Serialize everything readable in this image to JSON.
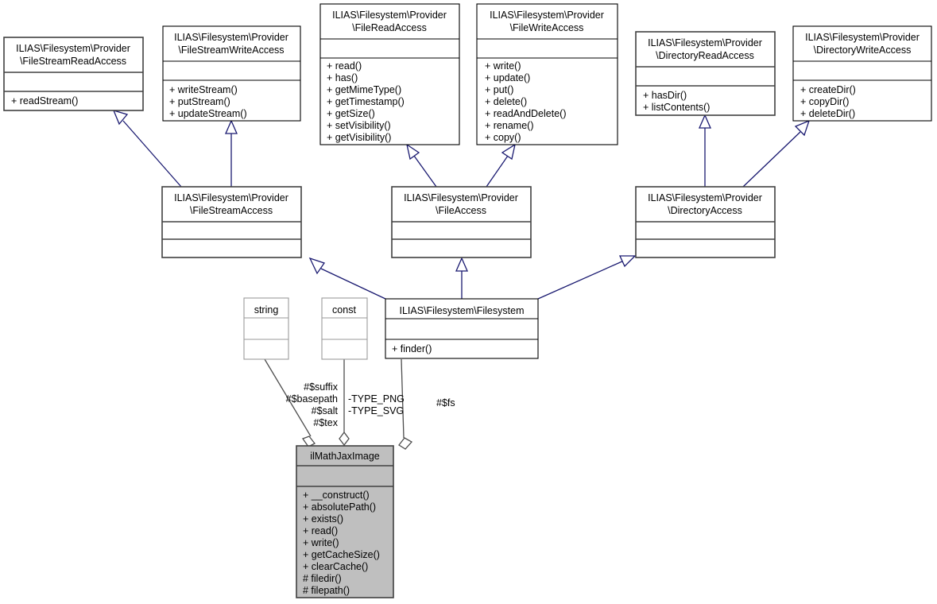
{
  "diagram": {
    "kind": "uml-class-diagram",
    "colors": {
      "background": "#ffffff",
      "inheritance_edge": "#191970",
      "association_edge": "#4d4d4d",
      "highlight_class_fill": "#bfbfbf",
      "normal_class_fill": "#ffffff",
      "border_dark": "#404040",
      "border_light": "#9a9a9a"
    },
    "classes": {
      "file_stream_read_access": {
        "name_line1": "ILIAS\\Filesystem\\Provider",
        "name_line2": "\\FileStreamReadAccess",
        "attributes": [],
        "methods": [
          "+ readStream()"
        ]
      },
      "file_stream_write_access": {
        "name_line1": "ILIAS\\Filesystem\\Provider",
        "name_line2": "\\FileStreamWriteAccess",
        "attributes": [],
        "methods": [
          "+ writeStream()",
          "+ putStream()",
          "+ updateStream()"
        ]
      },
      "file_read_access": {
        "name_line1": "ILIAS\\Filesystem\\Provider",
        "name_line2": "\\FileReadAccess",
        "attributes": [],
        "methods": [
          "+ read()",
          "+ has()",
          "+ getMimeType()",
          "+ getTimestamp()",
          "+ getSize()",
          "+ setVisibility()",
          "+ getVisibility()"
        ]
      },
      "file_write_access": {
        "name_line1": "ILIAS\\Filesystem\\Provider",
        "name_line2": "\\FileWriteAccess",
        "attributes": [],
        "methods": [
          "+ write()",
          "+ update()",
          "+ put()",
          "+ delete()",
          "+ readAndDelete()",
          "+ rename()",
          "+ copy()"
        ]
      },
      "directory_read_access": {
        "name_line1": "ILIAS\\Filesystem\\Provider",
        "name_line2": "\\DirectoryReadAccess",
        "attributes": [],
        "methods": [
          "+ hasDir()",
          "+ listContents()"
        ]
      },
      "directory_write_access": {
        "name_line1": "ILIAS\\Filesystem\\Provider",
        "name_line2": "\\DirectoryWriteAccess",
        "attributes": [],
        "methods": [
          "+ createDir()",
          "+ copyDir()",
          "+ deleteDir()"
        ]
      },
      "file_stream_access": {
        "name_line1": "ILIAS\\Filesystem\\Provider",
        "name_line2": "\\FileStreamAccess",
        "attributes": [],
        "methods": []
      },
      "file_access": {
        "name_line1": "ILIAS\\Filesystem\\Provider",
        "name_line2": "\\FileAccess",
        "attributes": [],
        "methods": []
      },
      "directory_access": {
        "name_line1": "ILIAS\\Filesystem\\Provider",
        "name_line2": "\\DirectoryAccess",
        "attributes": [],
        "methods": []
      },
      "filesystem": {
        "name_line1": "ILIAS\\Filesystem\\Filesystem",
        "name_line2": "",
        "attributes": [],
        "methods": [
          "+ finder()"
        ]
      },
      "string_type": {
        "name_line1": "string",
        "name_line2": "",
        "attributes": [],
        "methods": []
      },
      "const_type": {
        "name_line1": "const",
        "name_line2": "",
        "attributes": [],
        "methods": []
      },
      "il_math_jax_image": {
        "name_line1": "ilMathJaxImage",
        "name_line2": "",
        "attributes": [],
        "methods": [
          "+ __construct()",
          "+ absolutePath()",
          "+ exists()",
          "+ read()",
          "+ write()",
          "+ getCacheSize()",
          "+ clearCache()",
          "# filedir()",
          "# filepath()"
        ]
      }
    },
    "edge_labels": {
      "string_fields": [
        "#$suffix",
        "#$basepath",
        "#$salt",
        "#$tex"
      ],
      "const_fields": [
        "-TYPE_PNG",
        "-TYPE_SVG"
      ],
      "filesystem_field": "#$fs"
    },
    "relations": [
      {
        "type": "generalization",
        "from": "file_stream_access",
        "to": "file_stream_read_access"
      },
      {
        "type": "generalization",
        "from": "file_stream_access",
        "to": "file_stream_write_access"
      },
      {
        "type": "generalization",
        "from": "file_access",
        "to": "file_read_access"
      },
      {
        "type": "generalization",
        "from": "file_access",
        "to": "file_write_access"
      },
      {
        "type": "generalization",
        "from": "directory_access",
        "to": "directory_read_access"
      },
      {
        "type": "generalization",
        "from": "directory_access",
        "to": "directory_write_access"
      },
      {
        "type": "generalization",
        "from": "filesystem",
        "to": "file_stream_access"
      },
      {
        "type": "generalization",
        "from": "filesystem",
        "to": "file_access"
      },
      {
        "type": "generalization",
        "from": "filesystem",
        "to": "directory_access"
      },
      {
        "type": "aggregation",
        "from": "il_math_jax_image",
        "to": "string_type",
        "label": "string_fields"
      },
      {
        "type": "aggregation",
        "from": "il_math_jax_image",
        "to": "const_type",
        "label": "const_fields"
      },
      {
        "type": "aggregation",
        "from": "il_math_jax_image",
        "to": "filesystem",
        "label": "filesystem_field"
      }
    ]
  }
}
